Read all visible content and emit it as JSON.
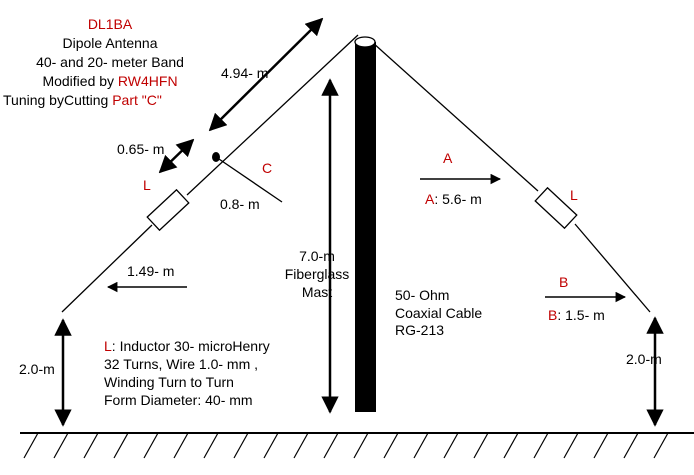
{
  "colors": {
    "line": "#000000",
    "accent_red": "#c00000",
    "mast_fill": "#000000",
    "background": "#ffffff"
  },
  "header": {
    "callsign": "DL1BA",
    "line2": "Dipole Antenna",
    "line3": "40- and 20- meter Band",
    "line4_prefix": "Modified by ",
    "line4_callsign": "RW4HFN",
    "line5_prefix": "Tuning byCutting ",
    "line5_part": "Part \"C\""
  },
  "left_side": {
    "upper_segment_length": "4.94- m",
    "gap_length": "0.65- m",
    "part_c_label": "C",
    "part_c_length": "0.8- m",
    "inductor_label": "L",
    "lower_segment_length": "1.49- m",
    "height": "2.0-m"
  },
  "mast": {
    "line1": "7.0-m",
    "line2": "Fiberglass",
    "line3": "Mast"
  },
  "cable": {
    "line1": "50- Ohm",
    "line2": "Coaxial Cable",
    "line3": "RG-213"
  },
  "right_side": {
    "a_label": "A",
    "a_prefix": "A",
    "a_value": ": 5.6- m",
    "inductor_label": "L",
    "b_label": "B",
    "b_prefix": "B",
    "b_value": ": 1.5- m",
    "height": "2.0-m"
  },
  "inductor_note": {
    "prefix": "L",
    "line1": ": Inductor 30-  microHenry",
    "line2": "32 Turns, Wire 1.0- mm ,",
    "line3": "Winding Turn to Turn",
    "line4": "Form Diameter: 40- mm"
  }
}
